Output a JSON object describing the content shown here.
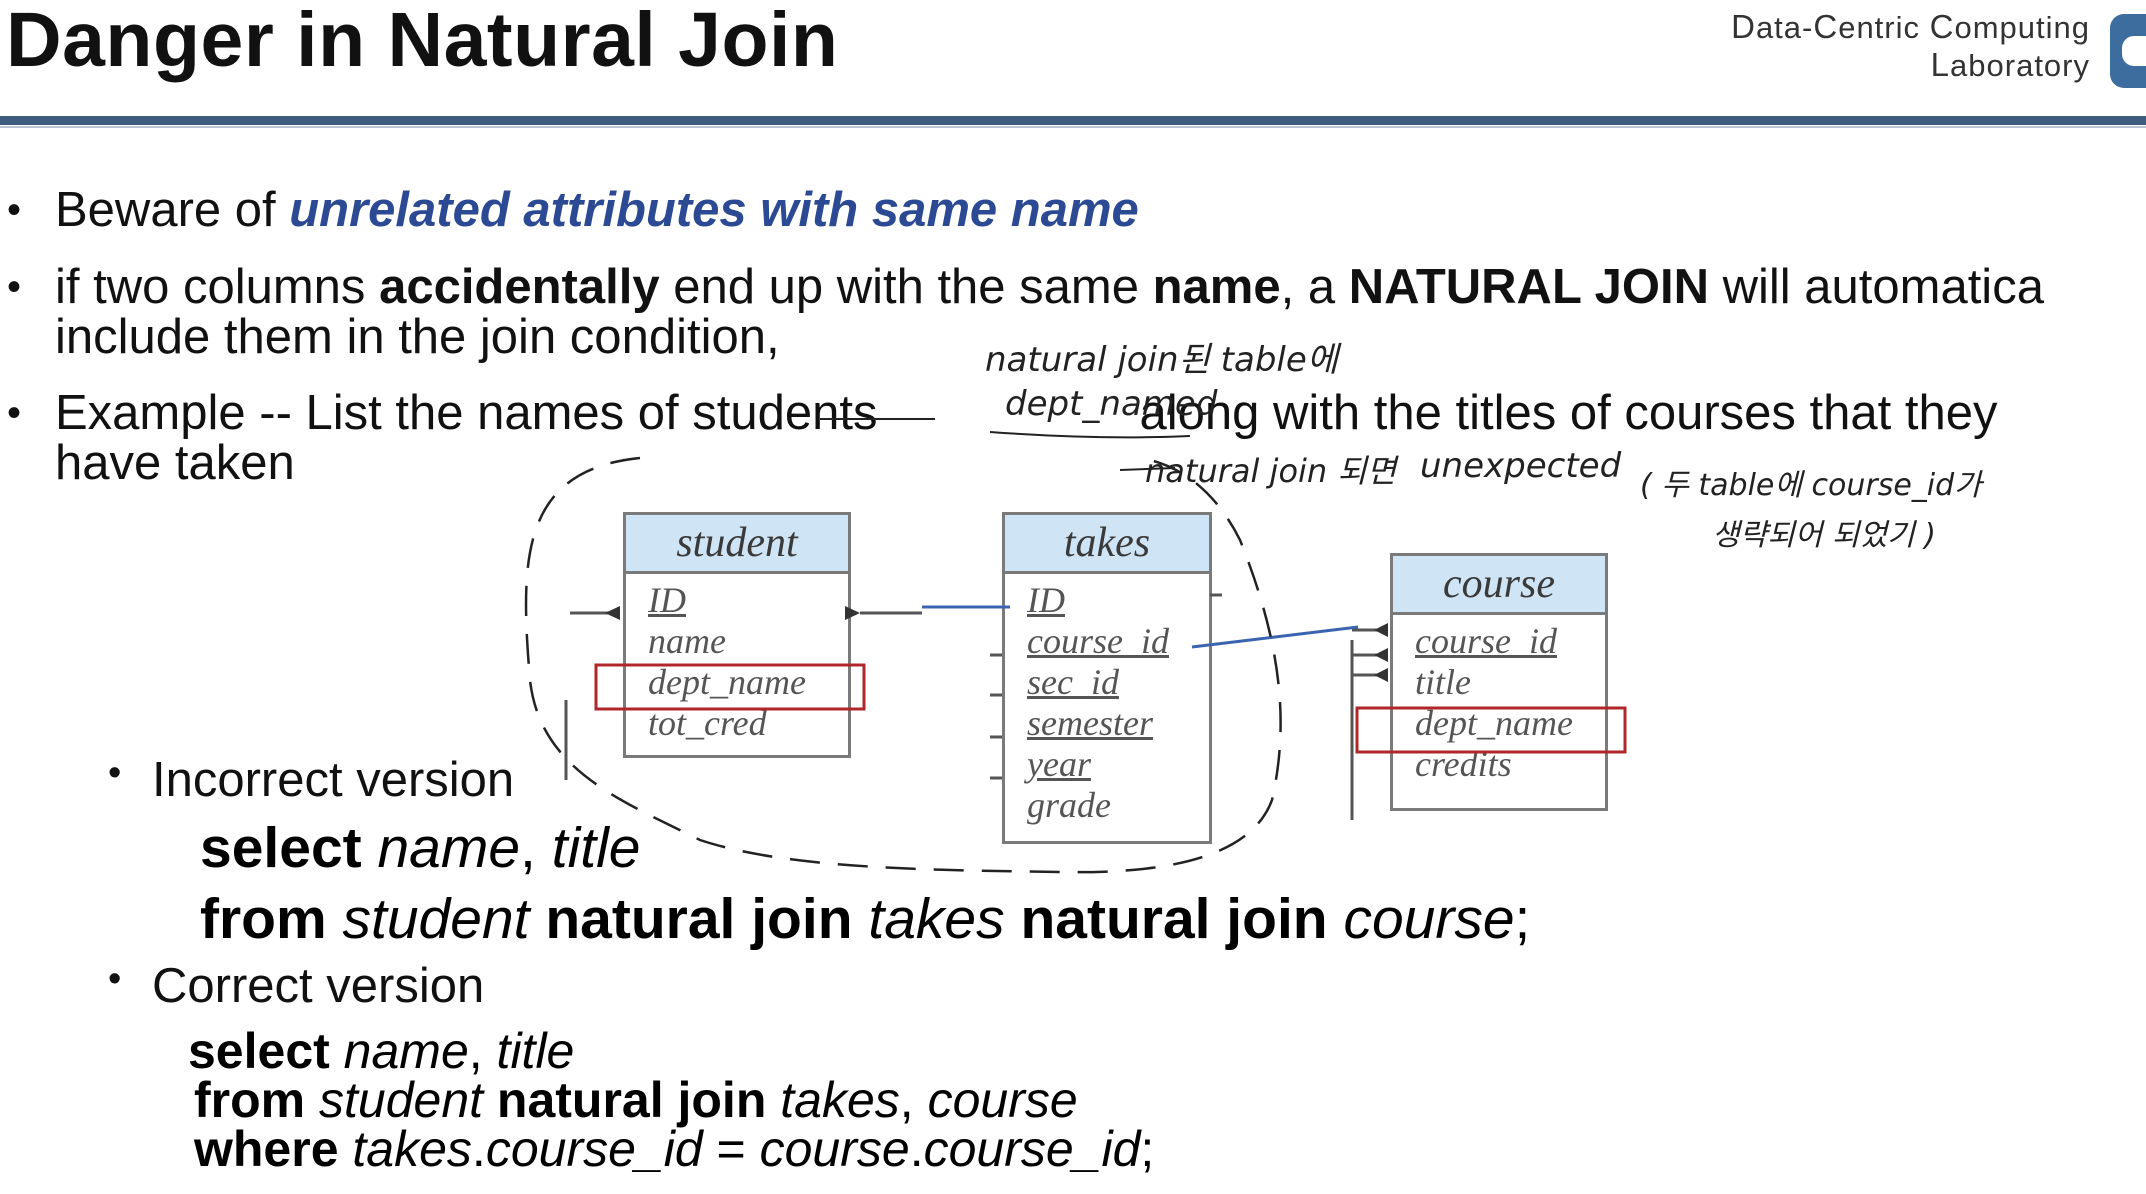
{
  "header": {
    "title": "Danger in Natural Join",
    "lab_line1_parts": [
      "D",
      "ata-",
      "C",
      "entric ",
      "C",
      "omputing"
    ],
    "lab_line2_parts": [
      "L",
      "aboratory"
    ]
  },
  "bullets": {
    "b1_pre": "Beware of ",
    "b1_highlight": "unrelated attributes with same name",
    "b2_l1_a": "if two columns ",
    "b2_l1_b": "accidentally",
    "b2_l1_c": " end up with the same ",
    "b2_l1_d": "name",
    "b2_l1_e": ", a ",
    "b2_l1_f": "NATURAL JOIN",
    "b2_l1_g": " will automatica",
    "b2_l2": "include them in the join condition,",
    "b3_l1_a": " Example -- List the names of students",
    "b3_l1_b": "along with the titles of courses that they",
    "b3_l2": "have taken"
  },
  "erd": {
    "student": {
      "title": "student",
      "attrs": [
        "ID",
        "name",
        "dept_name",
        "tot_cred"
      ]
    },
    "takes": {
      "title": "takes",
      "attrs": [
        "ID",
        "course_id",
        "sec_id",
        "semester",
        "year",
        "grade"
      ]
    },
    "course": {
      "title": "course",
      "attrs": [
        "course_id",
        "title",
        "dept_name",
        "credits"
      ]
    }
  },
  "incorrect": {
    "label": "Incorrect version",
    "l1_kw": "select",
    "l1_a": " name",
    "l1_b": ", ",
    "l1_c": "title",
    "l2_kw1": "from",
    "l2_a": " student ",
    "l2_kw2": "natural join",
    "l2_b": " takes ",
    "l2_kw3": "natural join",
    "l2_c": " course",
    "l2_end": ";"
  },
  "correct": {
    "label": "Correct version",
    "l1_kw": "select",
    "l1_a": " name",
    "l1_b": ", ",
    "l1_c": "title",
    "l2_kw1": "from",
    "l2_a": " student ",
    "l2_kw2": "natural join",
    "l2_b": " takes",
    "l2_c": ", ",
    "l2_d": "course",
    "l3_kw": "where",
    "l3_a": " takes",
    "l3_b": ".",
    "l3_c": "course_id",
    "l3_d": " = ",
    "l3_e": "course",
    "l3_f": ".",
    "l3_g": "course_id",
    "l3_end": ";"
  },
  "handwriting": {
    "n1": "natural join된 table에",
    "n2": "dept_named",
    "n3": "natural join 되면",
    "n4": "unexpected",
    "n5": "( 두 table에 course_id가",
    "n6": "생략되어 되었기 )"
  },
  "colors": {
    "accent": "#2c4a94",
    "header_rule": "#3e5d7e",
    "entity_header": "#cfe4f4",
    "highlight_box": "#b0272b",
    "link_line": "#3b64b0"
  }
}
